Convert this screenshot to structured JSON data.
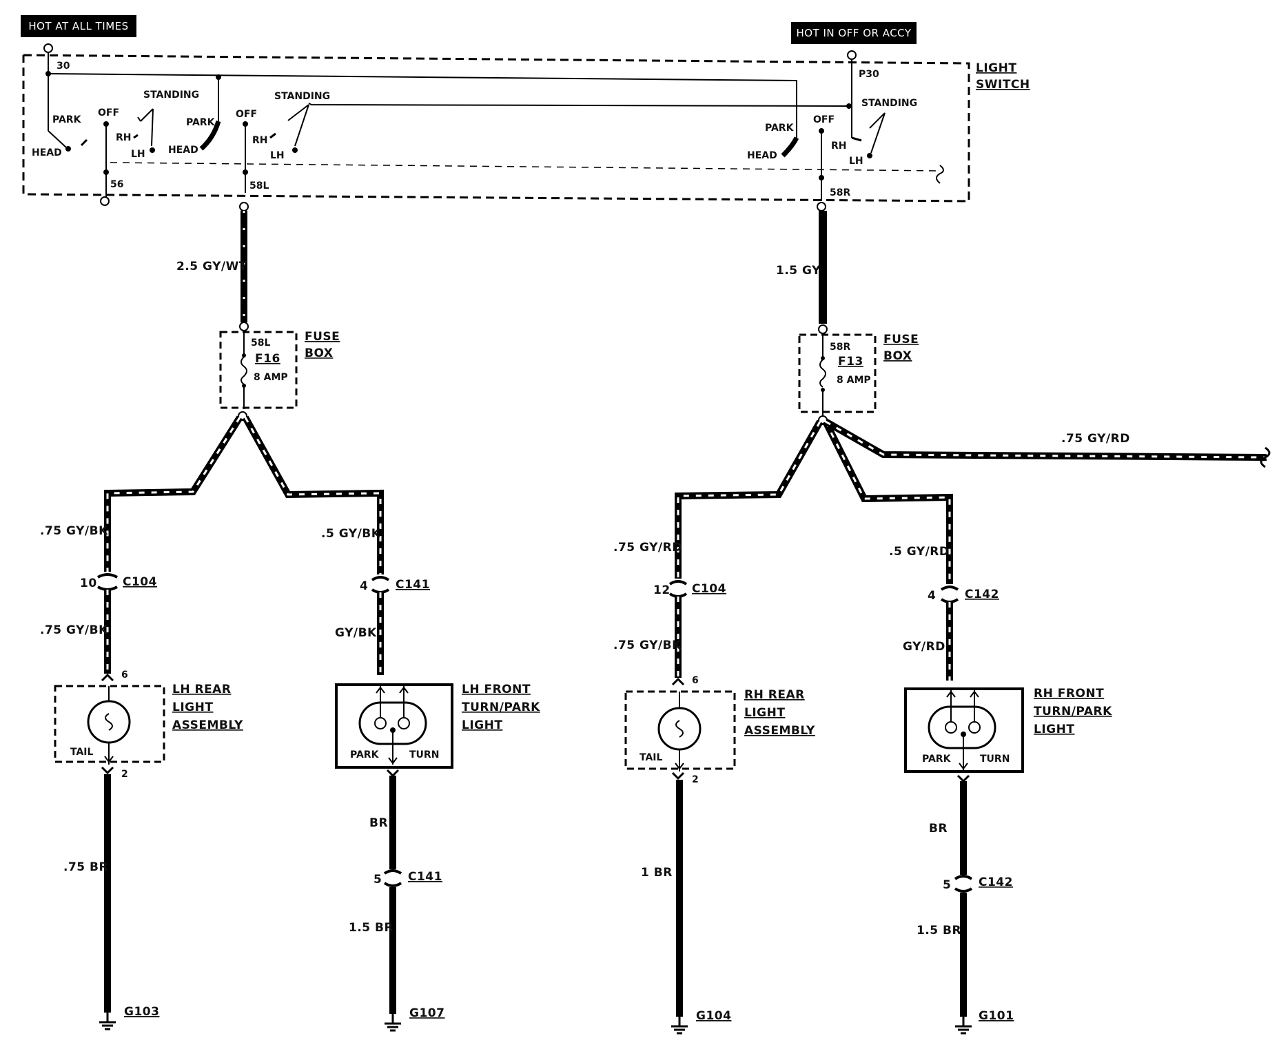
{
  "banners": {
    "hot_at_all_times": "HOT AT ALL TIMES",
    "hot_in_off_or_accy": "HOT IN OFF OR ACCY"
  },
  "light_switch": {
    "title_line1": "LIGHT",
    "title_line2": "SWITCH",
    "term_30": "30",
    "term_p30": "P30",
    "term_56": "56",
    "term_58l": "58L",
    "term_58r": "58R",
    "park": "PARK",
    "off": "OFF",
    "head": "HEAD",
    "standing": "STANDING",
    "rh": "RH",
    "lh": "LH"
  },
  "left": {
    "feed_wire": "2.5 GY/WT",
    "fuse": {
      "title1": "FUSE",
      "title2": "BOX",
      "term": "58L",
      "name": "F16",
      "rating": "8 AMP"
    },
    "rear": {
      "wire_top": ".75 GY/BK",
      "conn_pin": "10",
      "conn": "C104",
      "wire_mid": ".75 GY/BK",
      "pin_in": "6",
      "pin_out": "2",
      "title1": "LH REAR",
      "title2": "LIGHT",
      "title3": "ASSEMBLY",
      "bulb": "TAIL",
      "ground_wire": ".75 BR",
      "ground": "G103"
    },
    "front": {
      "wire_top": ".5 GY/BK",
      "conn_pin": "4",
      "conn": "C141",
      "wire_mid": "GY/BK",
      "title1": "LH FRONT",
      "title2": "TURN/PARK",
      "title3": "LIGHT",
      "park": "PARK",
      "turn": "TURN",
      "wire_br": "BR",
      "conn2_pin": "5",
      "conn2": "C141",
      "ground_wire": "1.5 BR",
      "ground": "G107"
    }
  },
  "right": {
    "feed_wire": "1.5 GY",
    "fuse": {
      "title1": "FUSE",
      "title2": "BOX",
      "term": "58R",
      "name": "F13",
      "rating": "8 AMP"
    },
    "branch_wire": ".75 GY/RD",
    "rear": {
      "wire_top": ".75 GY/RD",
      "conn_pin": "12",
      "conn": "C104",
      "wire_mid": ".75 GY/BK",
      "pin_in": "6",
      "pin_out": "2",
      "title1": "RH REAR",
      "title2": "LIGHT",
      "title3": "ASSEMBLY",
      "bulb": "TAIL",
      "ground_wire": "1 BR",
      "ground": "G104"
    },
    "front": {
      "wire_top": ".5 GY/RD",
      "conn_pin": "4",
      "conn": "C142",
      "wire_mid": "GY/RD",
      "title1": "RH FRONT",
      "title2": "TURN/PARK",
      "title3": "LIGHT",
      "park": "PARK",
      "turn": "TURN",
      "wire_br": "BR",
      "conn2_pin": "5",
      "conn2": "C142",
      "ground_wire": "1.5 BR",
      "ground": "G101"
    }
  }
}
